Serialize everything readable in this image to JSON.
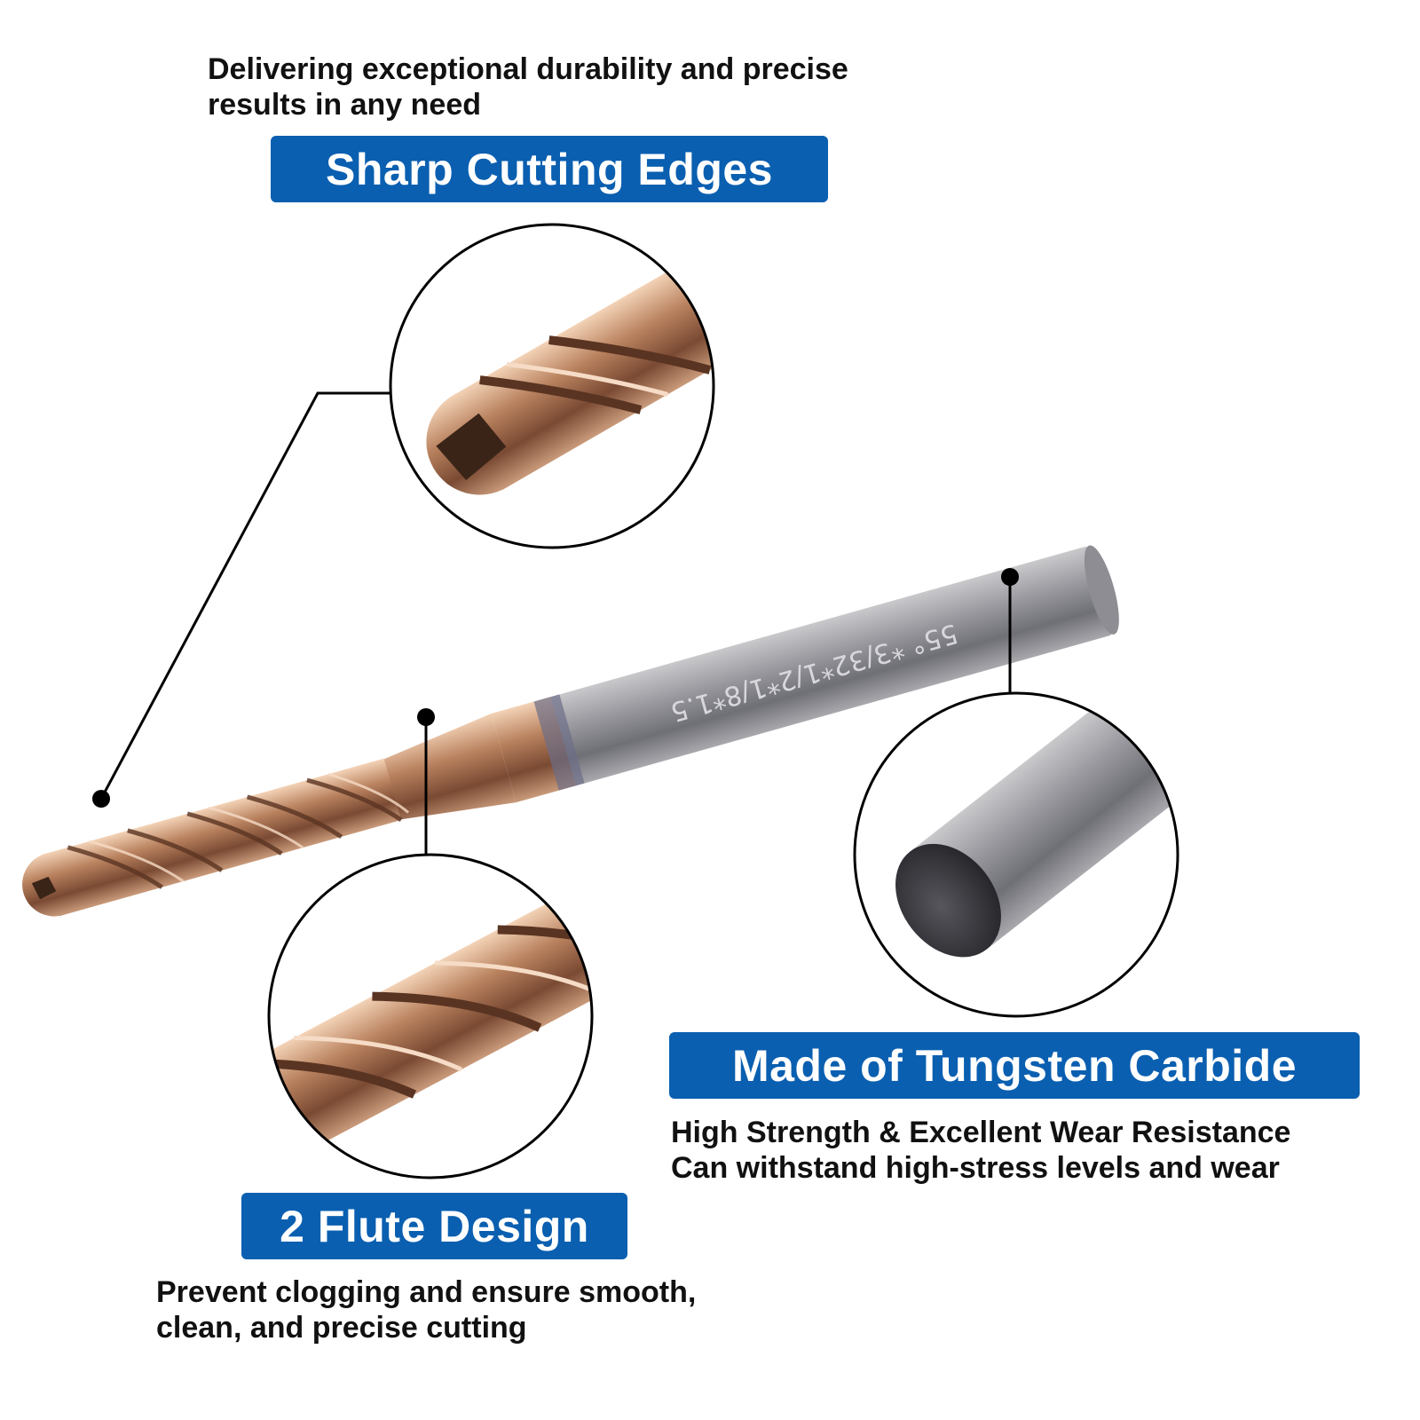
{
  "features": {
    "cutting": {
      "description_line1": "Delivering exceptional durability and precise",
      "description_line2": "results in any need",
      "title": "Sharp Cutting Edges"
    },
    "flute": {
      "title": "2 Flute Design",
      "description_line1": "Prevent clogging and ensure smooth,",
      "description_line2": "clean, and precise cutting"
    },
    "material": {
      "title": "Made of Tungsten Carbide",
      "description_line1": "High Strength & Excellent Wear Resistance",
      "description_line2": "Can withstand high-stress levels and wear"
    }
  },
  "shank_marking": "55° *3/32*1/2*1/8*1.5",
  "colors": {
    "banner": "#0a5fb0",
    "coating": "#b9825f",
    "shank": "#a9a9ad"
  }
}
